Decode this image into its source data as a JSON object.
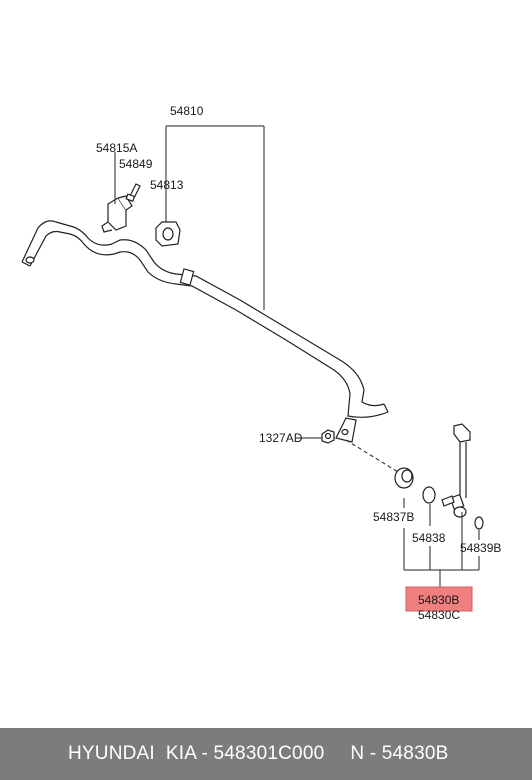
{
  "labels": {
    "p54810": "54810",
    "p54815A": "54815A",
    "p54849": "54849",
    "p54813": "54813",
    "p1327AD": "1327AD",
    "p54837B": "54837B",
    "p54838": "54838",
    "p54839B": "54839B",
    "p54830B": "54830B",
    "p54830C": "54830C"
  },
  "highlight_color": "#f08080",
  "footer": {
    "brand": "HYUNDAI  KIA - 548301C000",
    "ref": "N - 54830B"
  }
}
